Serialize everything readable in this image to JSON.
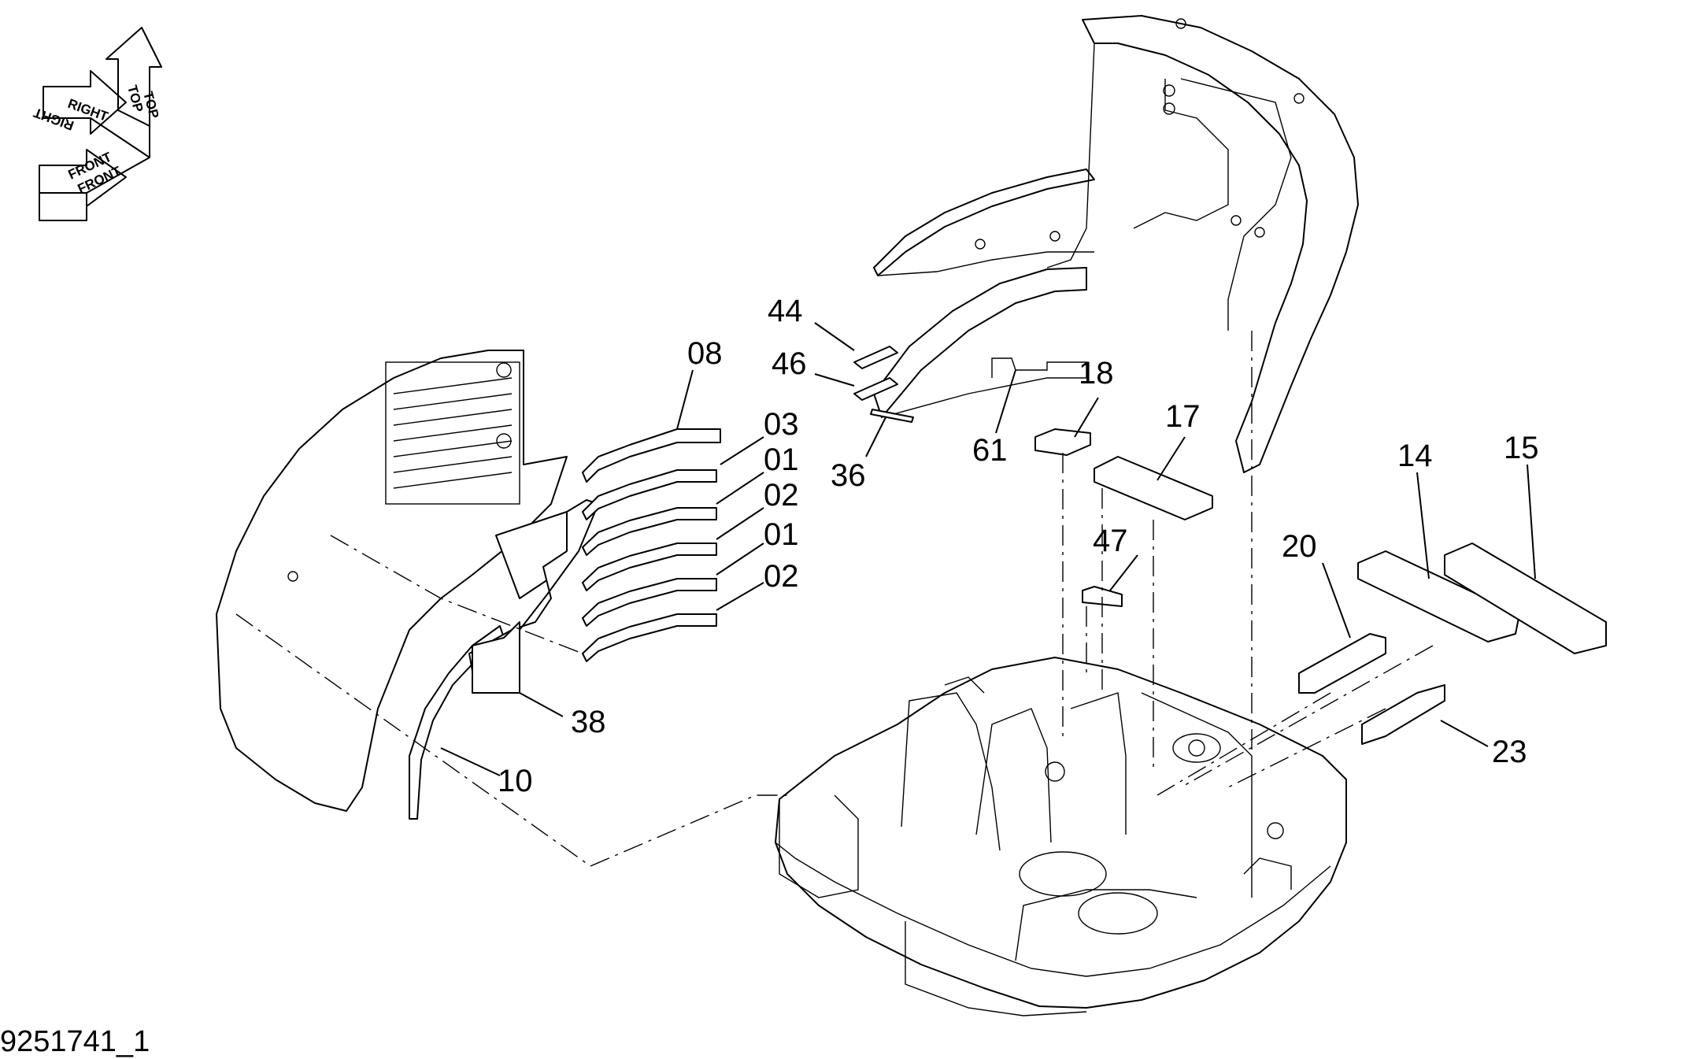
{
  "diagram": {
    "document_id": "9251741_1",
    "orientation_labels": [
      "TOP",
      "TOP",
      "RIGHT",
      "RIGHT",
      "FRONT",
      "FRONT"
    ],
    "callouts": [
      "44",
      "46",
      "08",
      "03",
      "01",
      "02",
      "01",
      "02",
      "36",
      "61",
      "18",
      "17",
      "47",
      "20",
      "14",
      "15",
      "23",
      "38",
      "10"
    ]
  }
}
